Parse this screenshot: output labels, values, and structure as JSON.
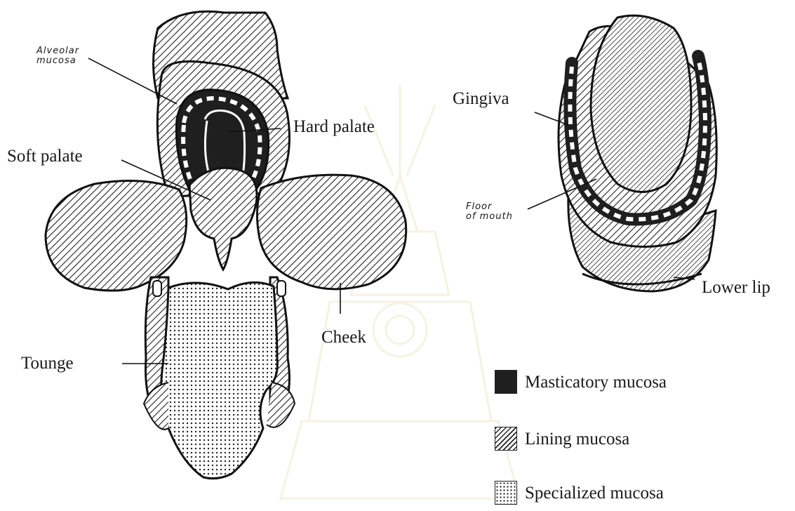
{
  "labels": {
    "alveolar_mucosa": [
      "Alveolar",
      "mucosa"
    ],
    "hard_palate": "Hard palate",
    "soft_palate": "Soft palate",
    "tounge": "Tounge",
    "cheek": "Cheek",
    "gingiva": "Gingiva",
    "floor_of_mouth": [
      "Floor",
      "of mouth"
    ],
    "lower_lip": "Lower lip"
  },
  "legend": {
    "items": [
      {
        "label": "Masticatory mucosa",
        "pattern": "solid-dark"
      },
      {
        "label": "Lining mucosa",
        "pattern": "diagonal-hatch"
      },
      {
        "label": "Specialized mucosa",
        "pattern": "stipple-dots"
      }
    ]
  },
  "colors": {
    "ink": "#1a1a1a",
    "background": "#ffffff",
    "watermark": "#e0b04a"
  }
}
